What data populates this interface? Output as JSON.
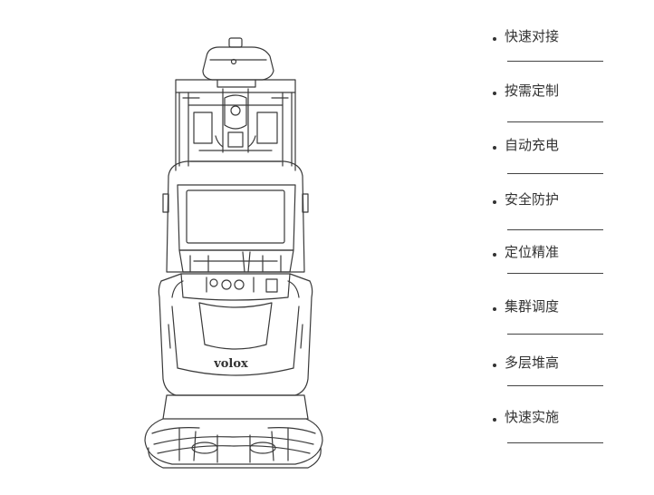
{
  "brand": {
    "logo_text": "volox"
  },
  "features": [
    {
      "label": "快速对接"
    },
    {
      "label": "按需定制"
    },
    {
      "label": "自动充电"
    },
    {
      "label": "安全防护"
    },
    {
      "label": "定位精准"
    },
    {
      "label": "集群调度"
    },
    {
      "label": "多层堆高"
    },
    {
      "label": "快速实施"
    }
  ]
}
